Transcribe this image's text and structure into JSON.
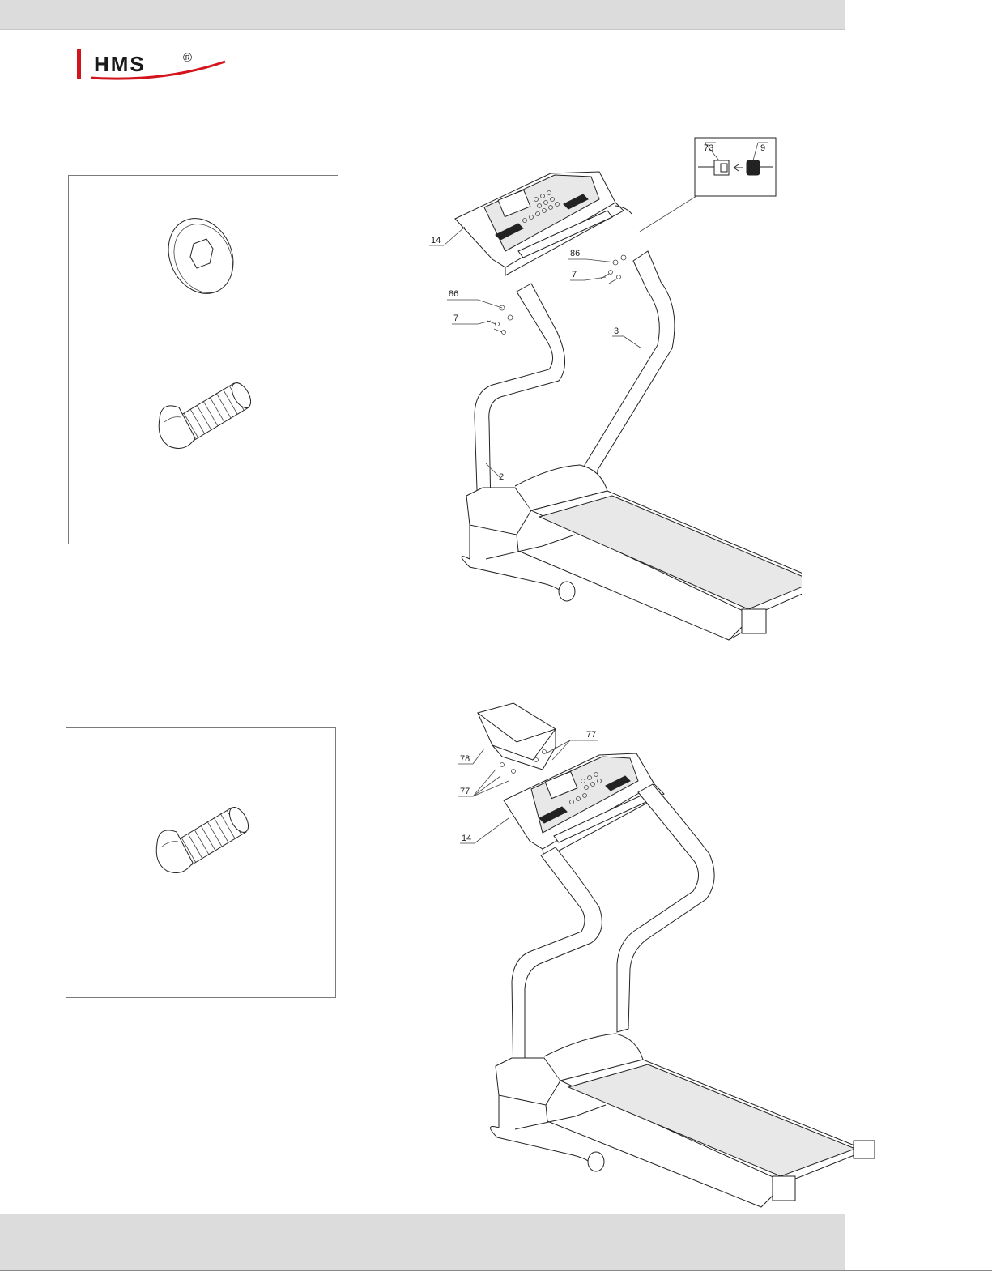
{
  "header": {
    "logo_text": "HMS",
    "logo_mark": "®",
    "brand_red": "#d4141c"
  },
  "step1": {
    "callouts": {
      "console": "14",
      "cable_a": "73",
      "cable_b": "9",
      "washer_right": "86",
      "bolt_right": "7",
      "washer_left": "86",
      "bolt_left": "7",
      "upright_right": "3",
      "upright_left": "2"
    },
    "hardware": [
      "washer-icon",
      "bolt-icon"
    ]
  },
  "step2": {
    "callouts": {
      "tray": "78",
      "screw_top": "77",
      "screw_side": "77",
      "console": "14"
    },
    "hardware": [
      "bolt-icon"
    ]
  }
}
